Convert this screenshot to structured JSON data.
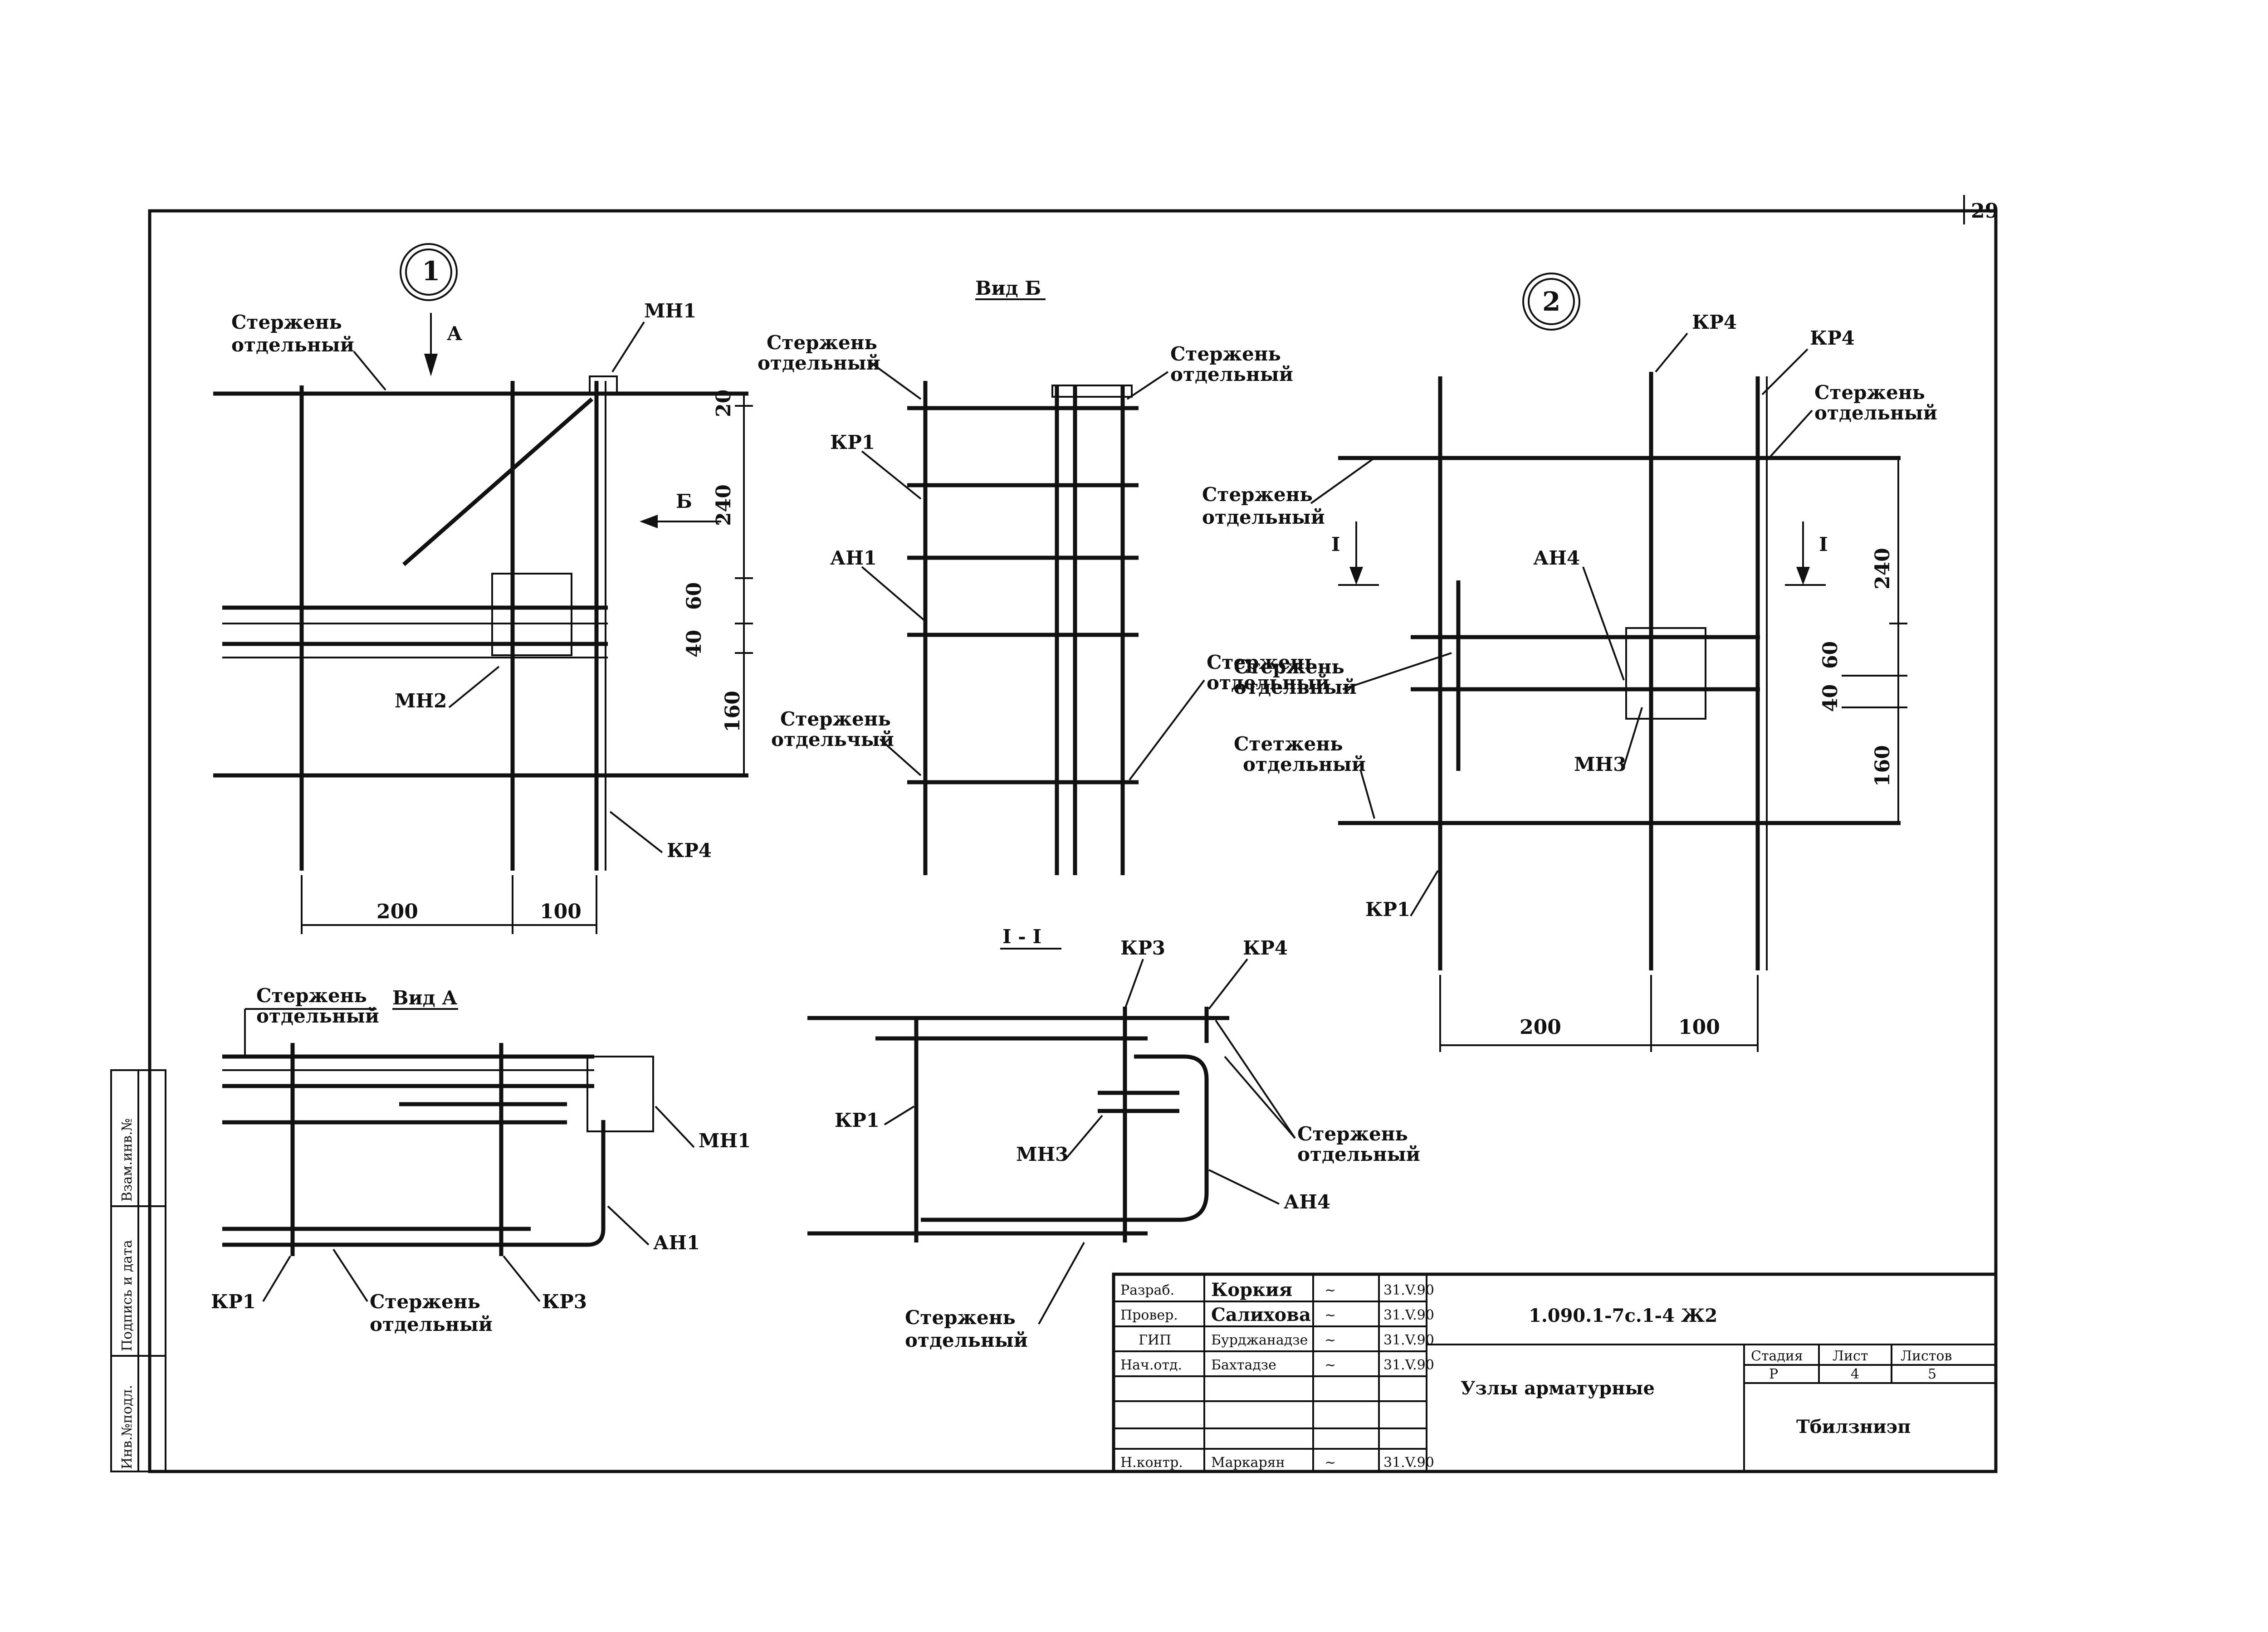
{
  "sheet_number": "29",
  "node1": {
    "id": "1",
    "arrow_a": "А",
    "arrow_b": "Б",
    "rod_label": [
      "Стержень",
      "отдельный"
    ],
    "labels": {
      "mn1": "МН1",
      "mn2": "МН2",
      "kr4": "КР4"
    },
    "dims_vertical": [
      "20",
      "240",
      "60",
      "40",
      "160"
    ],
    "dims_horizontal": [
      "200",
      "100"
    ]
  },
  "view_b": {
    "title": "Вид Б",
    "rod_label_1": [
      "Стержень",
      "отдельный"
    ],
    "rod_label_2": [
      "Стержень",
      "отдельный"
    ],
    "rod_label_3": [
      "Стержень",
      "отдельный"
    ],
    "rod_label_4": [
      "Стержень",
      "отдельчый"
    ],
    "labels": {
      "kr1": "КР1",
      "an1": "АН1"
    }
  },
  "node2": {
    "id": "2",
    "section_mark": "I",
    "rod_label_1": [
      "Стержень",
      "отдельный"
    ],
    "rod_label_2": [
      "Стержень",
      "отдельный"
    ],
    "rod_label_3": [
      "Стержень",
      "отдельный"
    ],
    "rod_label_4": [
      "Стетжень",
      "отдельный"
    ],
    "labels": {
      "kr_top": "КР4",
      "kr4": "КР4",
      "an4": "АН4",
      "mn3": "МН3",
      "kr1": "КР1"
    },
    "dims_vertical": [
      "240",
      "60",
      "40",
      "160"
    ],
    "dims_horizontal": [
      "200",
      "100"
    ]
  },
  "view_a": {
    "title": "Вид А",
    "rod_label_top": [
      "Стержень",
      "отдельный"
    ],
    "rod_label_bottom": [
      "Стержень",
      "отдельный"
    ],
    "labels": {
      "mn1": "МН1",
      "an1": "АН1",
      "kr1": "КР1",
      "kr3": "КР3"
    }
  },
  "section_1_1": {
    "title": "I - I",
    "rod_label_right": [
      "Стержень",
      "отдельный"
    ],
    "rod_label_bottom": [
      "Стержень",
      "отдельный"
    ],
    "labels": {
      "kr3": "КР3",
      "kr4": "КР4",
      "kr1": "КР1",
      "mn3": "МН3",
      "an4": "АН4"
    }
  },
  "side_stamp": [
    "Инв.№подл.",
    "Подпись и дата",
    "Взам.инв.№"
  ],
  "title_block": {
    "document_code": "1.090.1-7с.1-4 Ж2",
    "title": "Узлы арматурные",
    "organization": "Тбилзниэп",
    "stage_header": "Стадия",
    "sheet_header": "Лист",
    "sheets_header": "Листов",
    "stage": "Р",
    "sheet": "4",
    "sheets": "5",
    "rows": [
      {
        "role": "Разраб.",
        "name": "Коркия",
        "sign": "~",
        "date": "31.V.90"
      },
      {
        "role": "Провер.",
        "name": "Салихова",
        "sign": "~",
        "date": "31.V.90"
      },
      {
        "role": "ГИП",
        "name": "Бурджанадзе",
        "sign": "~",
        "date": "31.V.90"
      },
      {
        "role": "Нач.отд.",
        "name": "Бахтадзе",
        "sign": "~",
        "date": "31.V.90"
      },
      {
        "role": "",
        "name": "",
        "sign": "",
        "date": ""
      },
      {
        "role": "",
        "name": "",
        "sign": "",
        "date": ""
      },
      {
        "role": "Н.контр.",
        "name": "Маркарян",
        "sign": "~",
        "date": "31.V.90"
      }
    ]
  }
}
